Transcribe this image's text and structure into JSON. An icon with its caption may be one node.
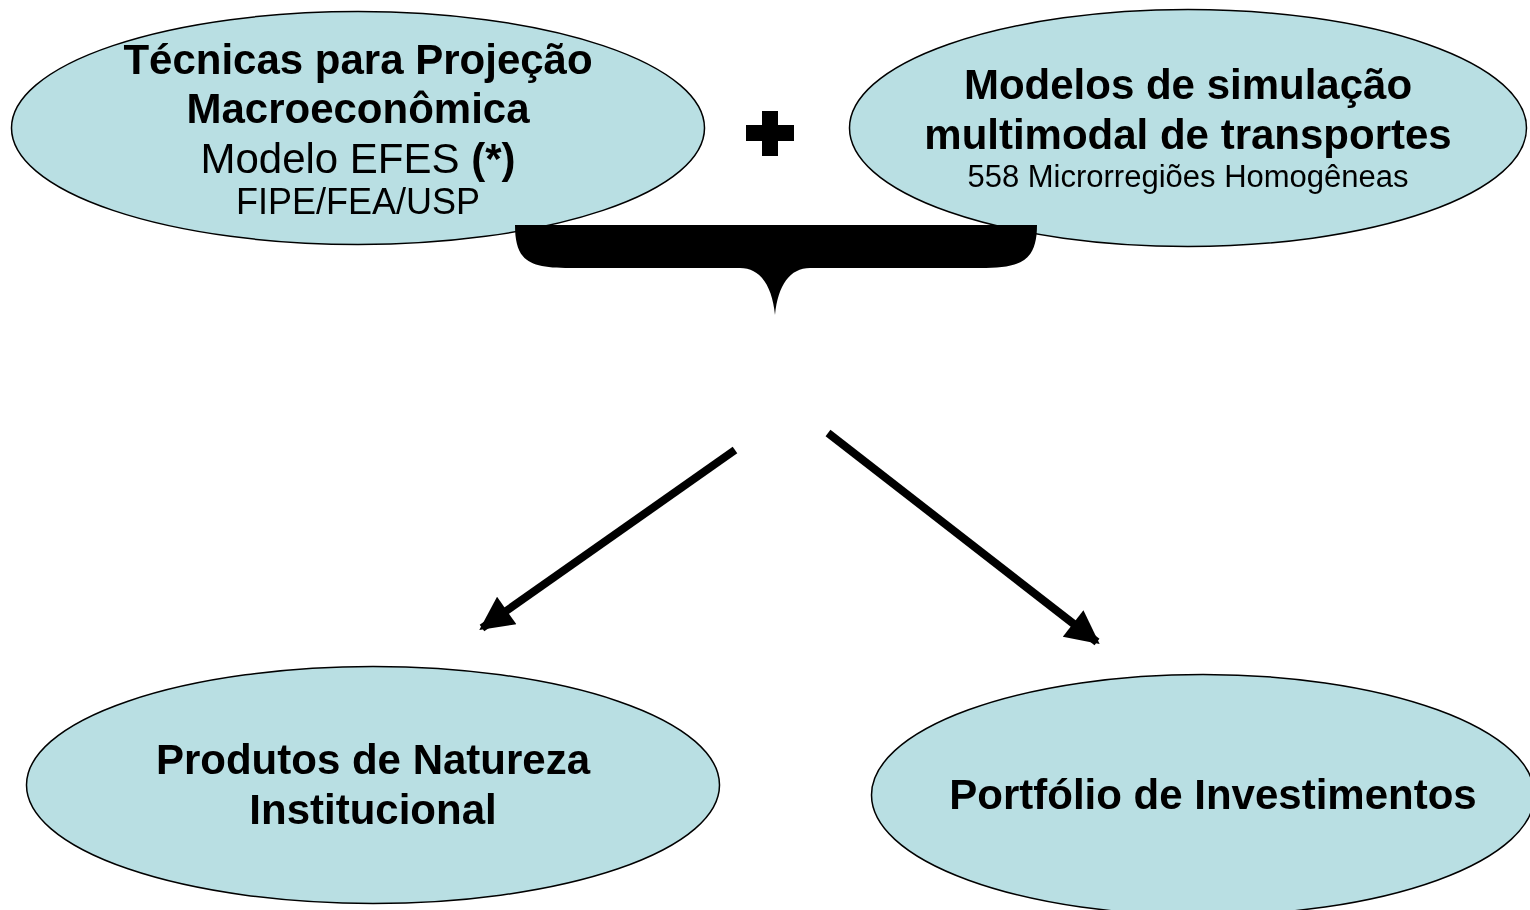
{
  "diagram": {
    "nodes": [
      {
        "text": [
          "Técnicas para Projeção Macroeconômica",
          "Modelo EFES **(*)**",
          "FIPE/FEA/USP"
        ]
      },
      {
        "text": [
          "Modelos de simulação multimodal de transportes",
          "558 Microrregiões Homogêneas"
        ]
      },
      {
        "text": [
          "Produtos de Natureza Institucional"
        ]
      },
      {
        "text": [
          "Portfólio de Investimentos"
        ]
      },
      {
        "text": [],
        "shape": "bracket"
      }
    ],
    "edges": [
      {
        "from": null,
        "to": 2,
        "arrow": "to"
      },
      {
        "from": null,
        "to": 3,
        "arrow": "to"
      }
    ]
  }
}
